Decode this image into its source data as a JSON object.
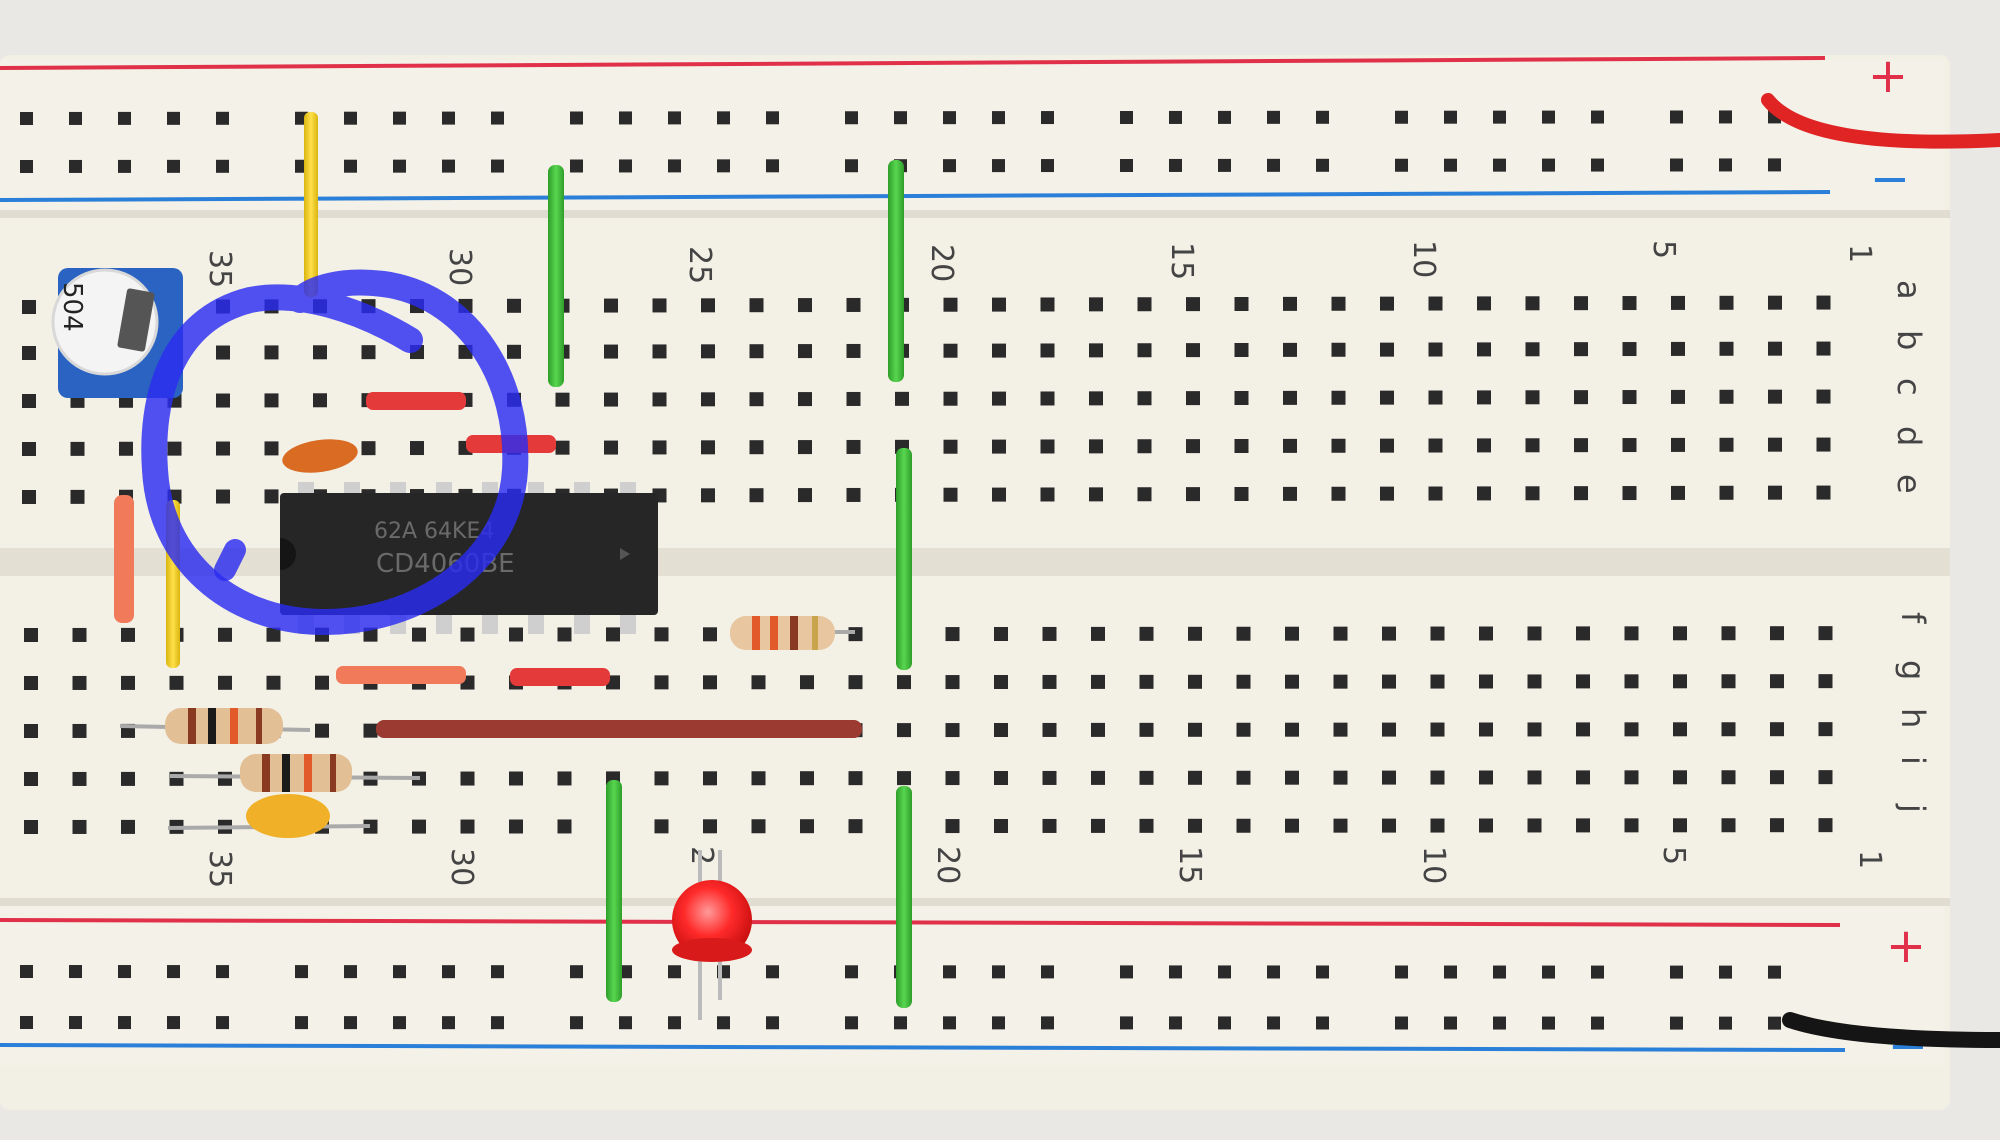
{
  "board": {
    "top_rail": {
      "plus": "+",
      "minus": "−"
    },
    "bottom_rail": {
      "plus": "+",
      "minus": "−"
    },
    "row_letters_top": [
      "a",
      "b",
      "c",
      "d",
      "e"
    ],
    "row_letters_bottom": [
      "f",
      "g",
      "h",
      "i",
      "j"
    ],
    "column_numbers": [
      "35",
      "30",
      "25",
      "20",
      "15",
      "10",
      "5",
      "1"
    ],
    "bottom_partial_25": "2"
  },
  "components": {
    "chip_line1": "62A  64KE4",
    "chip_line2": "CD4060BE",
    "trimmer_label": "504"
  },
  "colors": {
    "board": "#f2efe4",
    "hole": "#2a2a2a",
    "rail_red": "#e0304a",
    "rail_blue": "#2a7fd8",
    "wire_green": "#3fbf3a",
    "wire_yellow": "#f0cf1c",
    "wire_red": "#e23434",
    "annotation": "#2b2cf0",
    "led": "#ff2a2a",
    "chip": "#2a2a2a"
  }
}
